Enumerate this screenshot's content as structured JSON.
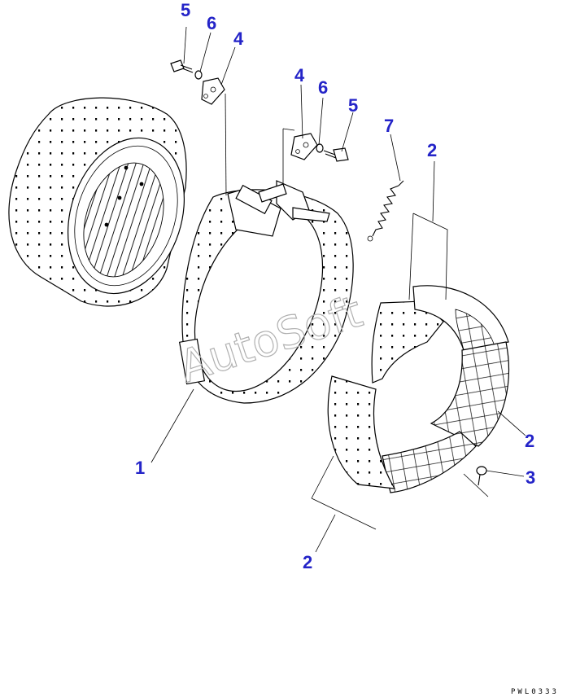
{
  "diagram": {
    "callouts": [
      {
        "id": "c-5a",
        "text": "5"
      },
      {
        "id": "c-6a",
        "text": "6"
      },
      {
        "id": "c-4a",
        "text": "4"
      },
      {
        "id": "c-4b",
        "text": "4"
      },
      {
        "id": "c-6b",
        "text": "6"
      },
      {
        "id": "c-5b",
        "text": "5"
      },
      {
        "id": "c-7",
        "text": "7"
      },
      {
        "id": "c-2a",
        "text": "2"
      },
      {
        "id": "c-2b",
        "text": "2"
      },
      {
        "id": "c-3",
        "text": "3"
      },
      {
        "id": "c-1",
        "text": "1"
      },
      {
        "id": "c-2c",
        "text": "2"
      }
    ],
    "watermark": "AutoSoft",
    "drawing_code": "PWL0333",
    "colors": {
      "callout": "#2424c8",
      "line": "#000000",
      "watermark": "#b0b0b0"
    }
  }
}
